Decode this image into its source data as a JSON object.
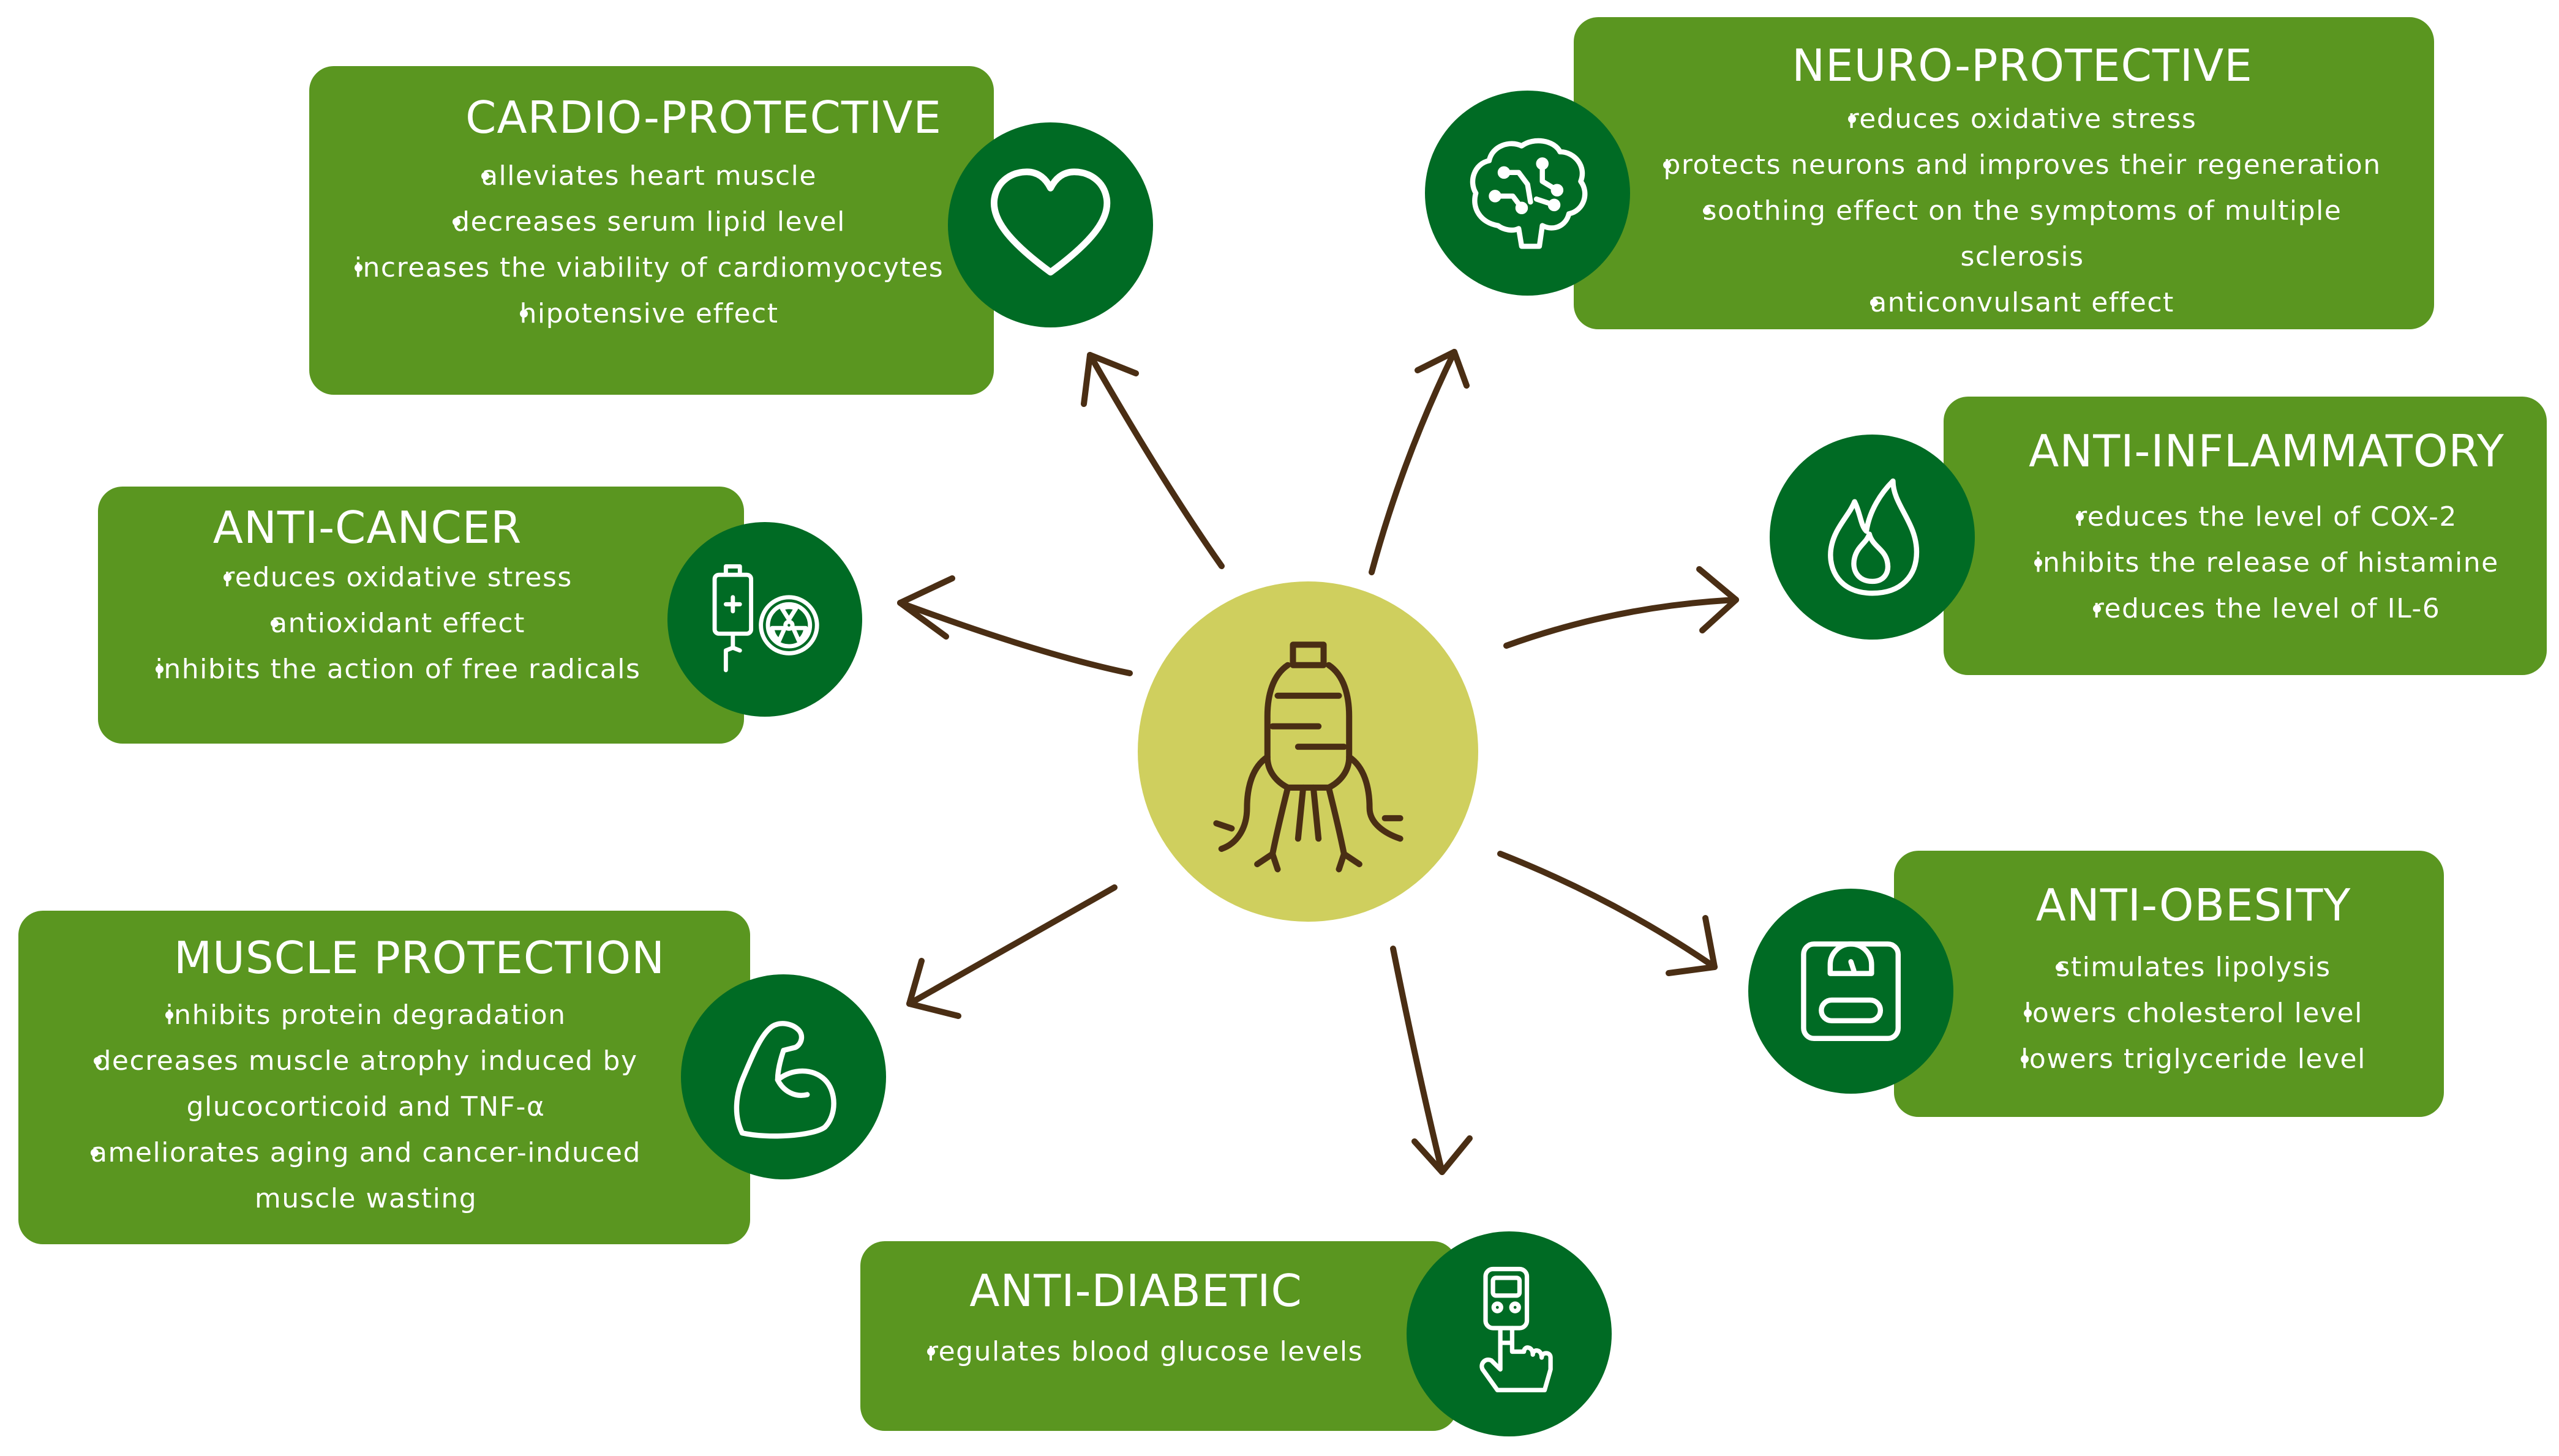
{
  "cardio": {
    "title": "CARDIO-PROTECTIVE",
    "items": [
      "alleviates heart muscle",
      "decreases serum lipid level",
      "increases the viability of cardiomyocytes",
      "hipotensive effect"
    ],
    "icon": "heart-icon"
  },
  "neuro": {
    "title": "NEURO-PROTECTIVE",
    "items": [
      "reduces oxidative stress",
      "protects neurons and improves their regeneration",
      "soothing effect on the symptoms of multiple",
      "sclerosis",
      "anticonvulsant effect"
    ],
    "icon": "brain-icon"
  },
  "anti_cancer": {
    "title": "ANTI-CANCER",
    "items": [
      "reduces oxidative stress",
      "antioxidant effect",
      "inhibits the action of free radicals"
    ],
    "icon": "iv-radiation-icon"
  },
  "anti_inflammatory": {
    "title": "ANTI-INFLAMMATORY",
    "items": [
      "reduces the level of COX-2",
      "inhibits the release of histamine",
      "reduces the level of IL-6"
    ],
    "icon": "flame-icon"
  },
  "muscle": {
    "title": "MUSCLE PROTECTION",
    "items": [
      "inhibits protein degradation",
      "decreases muscle atrophy induced by",
      "glucocorticoid and TNF-α",
      "ameliorates aging and cancer-induced",
      "muscle wasting"
    ],
    "icon": "bicep-icon"
  },
  "anti_obesity": {
    "title": "ANTI-OBESITY",
    "items": [
      "stimulates lipolysis",
      "lowers cholesterol level",
      "lowers triglyceride level"
    ],
    "icon": "scale-icon"
  },
  "anti_diabetic": {
    "title": "ANTI-DIABETIC",
    "items": [
      "regulates blood glucose levels"
    ],
    "icon": "glucometer-icon"
  },
  "center": {
    "icon": "ginseng-root-icon"
  },
  "colors": {
    "panel": "#5a9620",
    "icon_circle": "#006b24",
    "center": "#cfcf5e",
    "arrow": "#4a2e14"
  }
}
